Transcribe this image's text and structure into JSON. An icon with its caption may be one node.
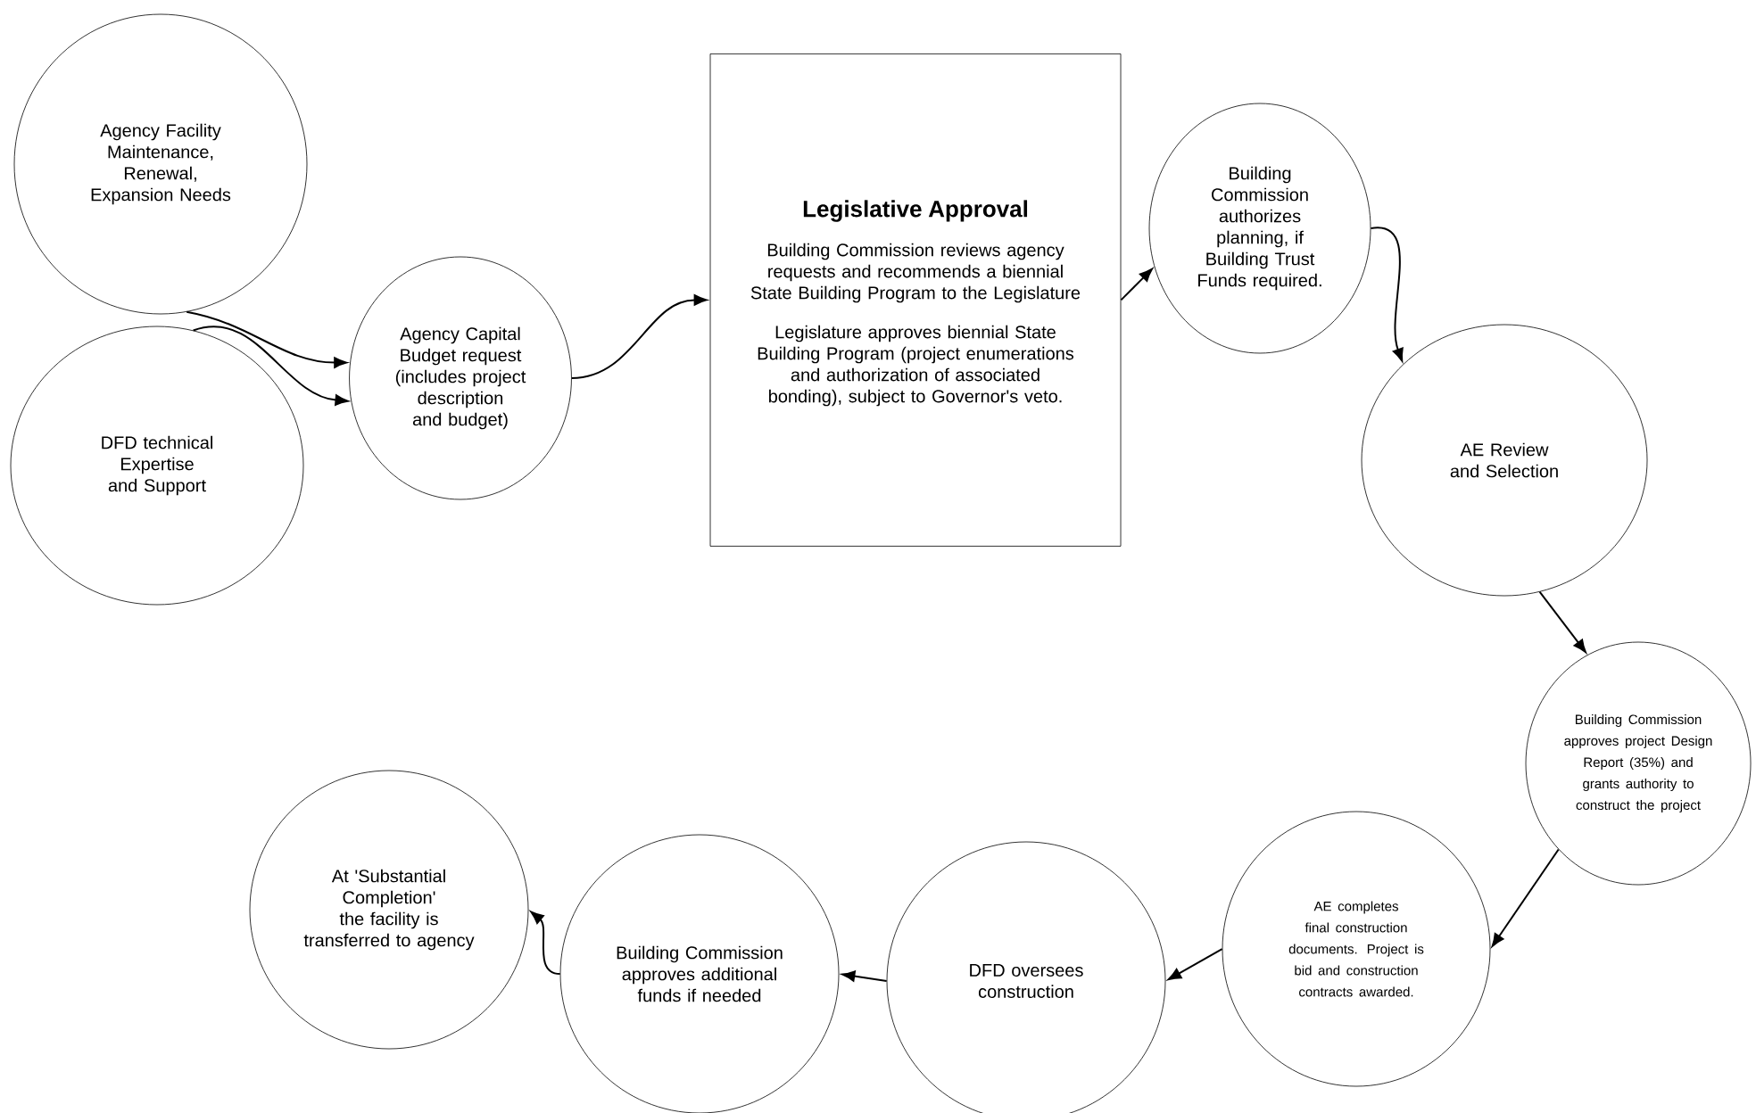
{
  "diagram": {
    "nodes": [
      {
        "text": [
          "Agency Facility Maintenance, Renewal, Expansion Needs"
        ]
      },
      {
        "text": [
          "DFD technical Expertise and Support"
        ]
      },
      {
        "text": [
          "Agency Capital Budget request (includes project description and budget)"
        ]
      },
      {
        "text": [
          "Legislative Approval",
          "Building Commission reviews agency requests and recommends a biennial State Building Program to the Legislature",
          "Legislature approves biennial State Building Program (project enumerations and authorization of associated bonding), subject to Governor's veto."
        ]
      },
      {
        "text": [
          "Building Commission authorizes planning, if Building Trust Funds required."
        ]
      },
      {
        "text": [
          "AE Review and Selection"
        ]
      },
      {
        "text": [
          "Building Commission approves project Design Report (35%) and grants authority to construct the project"
        ]
      },
      {
        "text": [
          "AE completes final construction documents. Project is bid and construction contracts awarded."
        ]
      },
      {
        "text": [
          "DFD oversees construction"
        ]
      },
      {
        "text": [
          "Building Commission approves additional funds if needed"
        ]
      },
      {
        "text": [
          "At 'Substantial Completion' the facility is transferred to agency"
        ]
      }
    ],
    "edges": [
      {
        "from": 0,
        "to": 2,
        "arrow": "to"
      },
      {
        "from": 1,
        "to": 2,
        "arrow": "to"
      },
      {
        "from": 2,
        "to": 3,
        "arrow": "to"
      },
      {
        "from": 3,
        "to": 4,
        "arrow": "to"
      },
      {
        "from": 4,
        "to": 5,
        "arrow": "to"
      },
      {
        "from": 5,
        "to": 6,
        "arrow": "to"
      },
      {
        "from": 6,
        "to": 7,
        "arrow": "to"
      },
      {
        "from": 7,
        "to": 8,
        "arrow": "to"
      },
      {
        "from": 8,
        "to": 9,
        "arrow": "to"
      },
      {
        "from": 9,
        "to": 10,
        "arrow": "to"
      }
    ]
  }
}
